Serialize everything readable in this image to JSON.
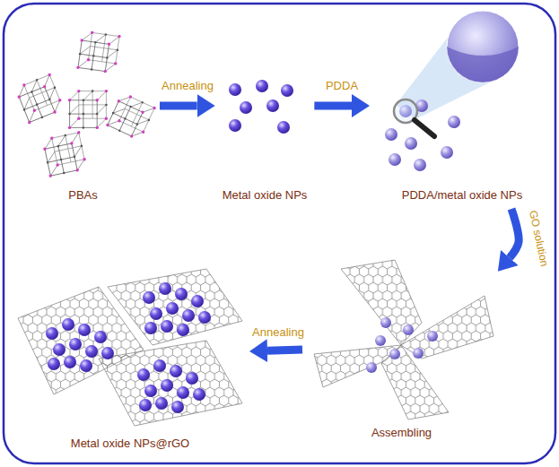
{
  "diagram": {
    "nodes": [
      {
        "text": [
          "PBAs"
        ]
      },
      {
        "text": [
          "Metal oxide NPs"
        ]
      },
      {
        "text": [
          "PDDA/metal oxide NPs"
        ]
      },
      {
        "text": [
          "Assembling"
        ]
      },
      {
        "text": [
          "Metal oxide NPs@rGO"
        ]
      }
    ],
    "edges": [
      {
        "from": 0,
        "to": 1,
        "label": "Annealing",
        "arrow": "to"
      },
      {
        "from": 1,
        "to": 2,
        "label": "PDDA",
        "arrow": "to"
      },
      {
        "from": 2,
        "to": 3,
        "label": "GO solution",
        "arrow": "to"
      },
      {
        "from": 3,
        "to": 4,
        "label": "Annealing",
        "arrow": "to"
      }
    ]
  }
}
